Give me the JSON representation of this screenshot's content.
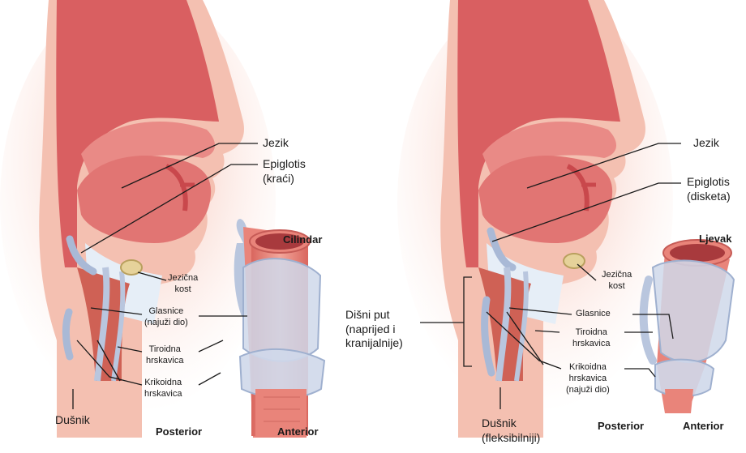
{
  "left_panel": {
    "title": "Cilindar",
    "labels": {
      "tongue": "Jezik",
      "epiglottis_1": "Epiglotis",
      "epiglottis_2": "(kraći)",
      "hyoid_1": "Jezična",
      "hyoid_2": "kost",
      "vocal_1": "Glasnice",
      "vocal_2": "(najuži dio)",
      "thyroid_1": "Tiroidna",
      "thyroid_2": "hrskavica",
      "cricoid_1": "Krikoidna",
      "cricoid_2": "hrskavica",
      "trachea": "Dušnik",
      "posterior": "Posterior",
      "anterior": "Anterior"
    }
  },
  "right_panel": {
    "title": "Ljevak",
    "labels": {
      "tongue": "Jezik",
      "epiglottis_1": "Epiglotis",
      "epiglottis_2": "(disketa)",
      "hyoid_1": "Jezična",
      "hyoid_2": "kost",
      "airway_1": "Dišni put",
      "airway_2": "(naprijed i",
      "airway_3": "kranijalnije)",
      "vocal": "Glasnice",
      "thyroid_1": "Tiroidna",
      "thyroid_2": "hrskavica",
      "cricoid_1": "Krikoidna",
      "cricoid_2": "hrskavica",
      "cricoid_3": "(najuži dio)",
      "trachea_1": "Dušnik",
      "trachea_2": "(fleksibilniji)",
      "posterior": "Posterior",
      "anterior": "Anterior"
    }
  },
  "colors": {
    "skin": "#f5cdc0",
    "flesh": "#e58b87",
    "tissue": "#d96a6a",
    "cartilage": "#b9c6de",
    "trachea": "#e9847a",
    "bone": "#e6d29a"
  }
}
